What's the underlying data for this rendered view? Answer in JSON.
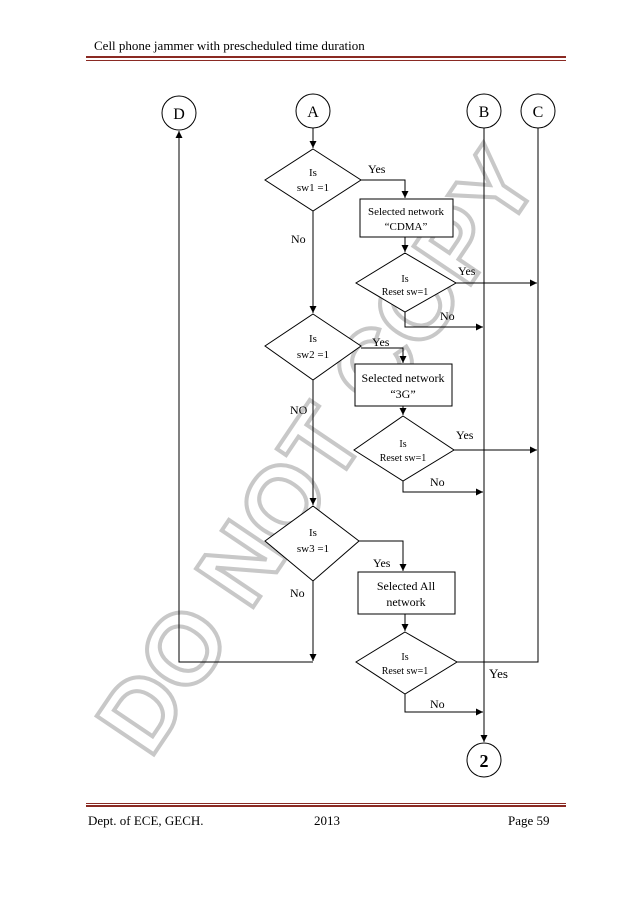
{
  "header": {
    "title": "Cell phone jammer with prescheduled time duration"
  },
  "footer": {
    "dept": "Dept. of ECE, GECH.",
    "year": "2013",
    "page": "Page 59"
  },
  "watermark": "DO NOT COPY",
  "flowchart": {
    "connectors": {
      "d": "D",
      "a": "A",
      "b": "B",
      "c": "C",
      "end": "2"
    },
    "decision1": {
      "line1": "Is",
      "line2": "sw1 =1"
    },
    "decision2": {
      "line1": "Is",
      "line2": "sw2 =1"
    },
    "decision3": {
      "line1": "Is",
      "line2": "sw3 =1"
    },
    "process1": {
      "line1": "Selected network",
      "line2": "“CDMA”"
    },
    "process2": {
      "line1": "Selected network",
      "line2": "“3G”"
    },
    "process3": {
      "line1": "Selected All",
      "line2": "network"
    },
    "reset1": {
      "line1": "Is",
      "line2": "Reset sw=1"
    },
    "reset2": {
      "line1": "Is",
      "line2": "Reset sw=1"
    },
    "reset3": {
      "line1": "Is",
      "line2": "Reset sw=1"
    },
    "labels": {
      "yes_sw1": "Yes",
      "no_sw1": "No",
      "yes_reset1": "Yes",
      "no_reset1": "No",
      "yes_sw2": "Yes",
      "no_sw2": "NO",
      "yes_reset2": "Yes",
      "no_reset2": "No",
      "yes_sw3": "Yes",
      "no_sw3": "No",
      "yes_reset3": "Yes",
      "no_reset3": "No"
    }
  },
  "colors": {
    "rule": "#8a2a23",
    "watermark_outline": "#c8c8c8"
  }
}
